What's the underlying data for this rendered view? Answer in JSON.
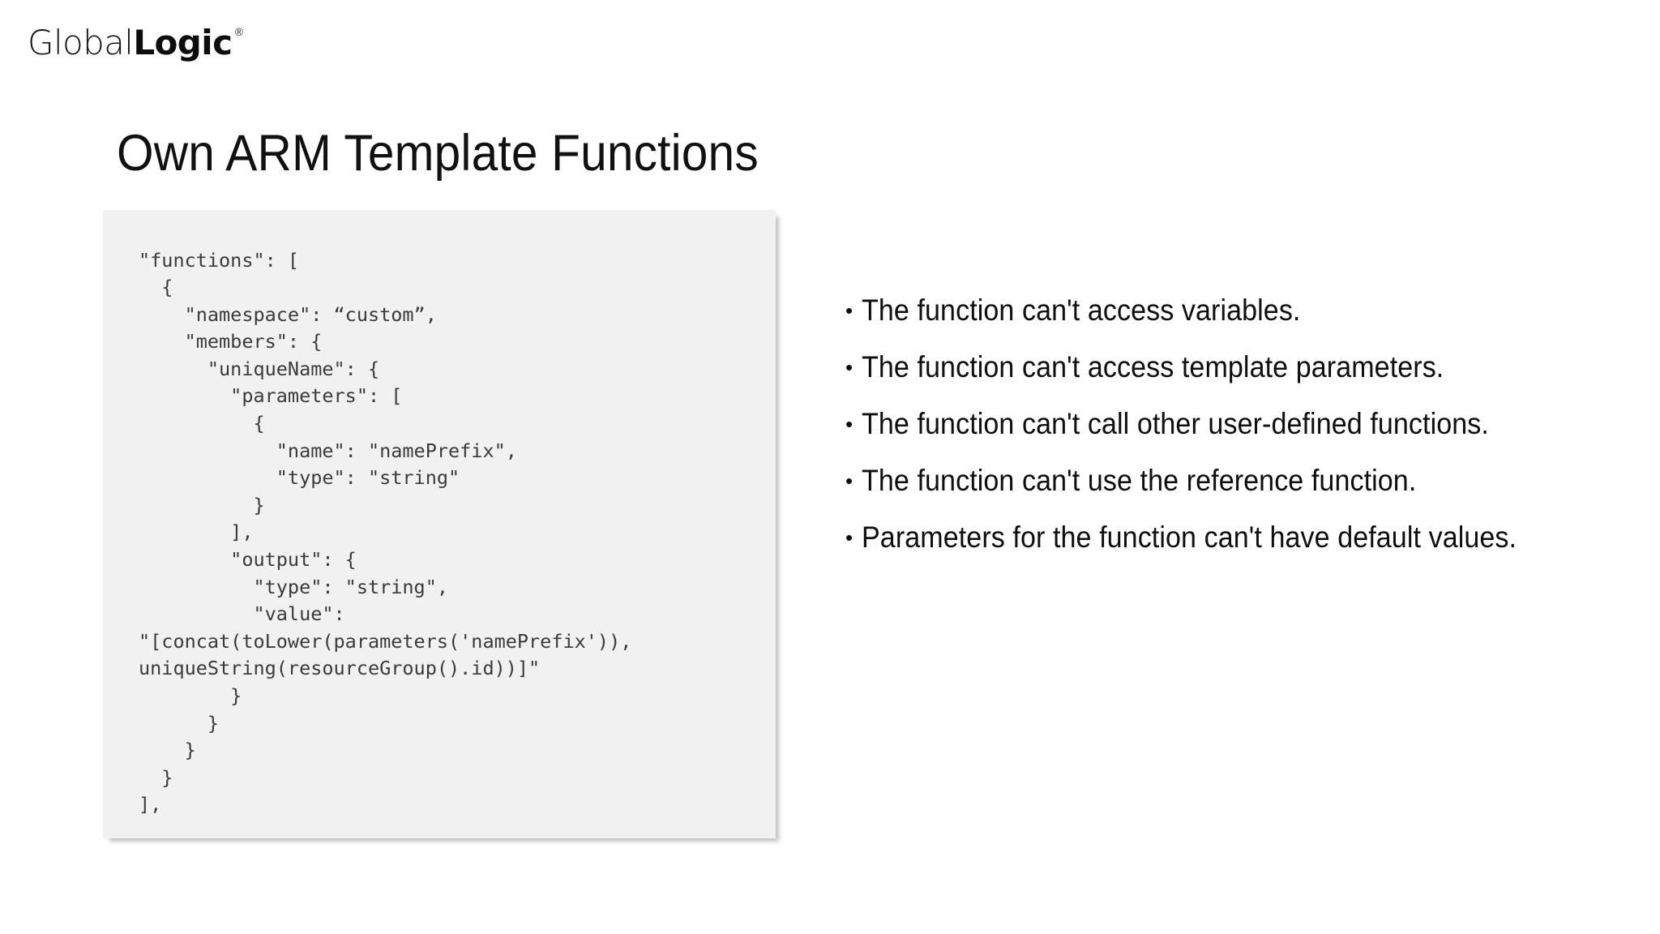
{
  "brand": {
    "logo_light": "Global",
    "logo_bold": "Logic",
    "trademark": "®"
  },
  "slide": {
    "title": "Own ARM Template Functions"
  },
  "code_block": {
    "language": "json",
    "background_color": "#f1f1f1",
    "text_color": "#3b3b3b",
    "lines": [
      "\"functions\": [",
      "  {",
      "    \"namespace\": “custom”,",
      "    \"members\": {",
      "      \"uniqueName\": {",
      "        \"parameters\": [",
      "          {",
      "            \"name\": \"namePrefix\",",
      "            \"type\": \"string\"",
      "          }",
      "        ],",
      "        \"output\": {",
      "          \"type\": \"string\",",
      "          \"value\":",
      "\"[concat(toLower(parameters('namePrefix')),",
      "uniqueString(resourceGroup().id))]\"",
      "        }",
      "      }",
      "    }",
      "  }",
      "],"
    ],
    "text": "\"functions\": [\n  {\n    \"namespace\": “custom”,\n    \"members\": {\n      \"uniqueName\": {\n        \"parameters\": [\n          {\n            \"name\": \"namePrefix\",\n            \"type\": \"string\"\n          }\n        ],\n        \"output\": {\n          \"type\": \"string\",\n          \"value\":\n\"[concat(toLower(parameters('namePrefix')),\nuniqueString(resourceGroup().id))]\"\n        }\n      }\n    }\n  }\n],"
  },
  "bullets": {
    "marker": "•",
    "items": [
      {
        "text": "The function can't access variables."
      },
      {
        "text": "The function can't access template parameters."
      },
      {
        "text": "The function can't call other user-defined functions."
      },
      {
        "text": "The function can't use the reference function."
      },
      {
        "text": "Parameters for the function can't have default values."
      }
    ]
  }
}
